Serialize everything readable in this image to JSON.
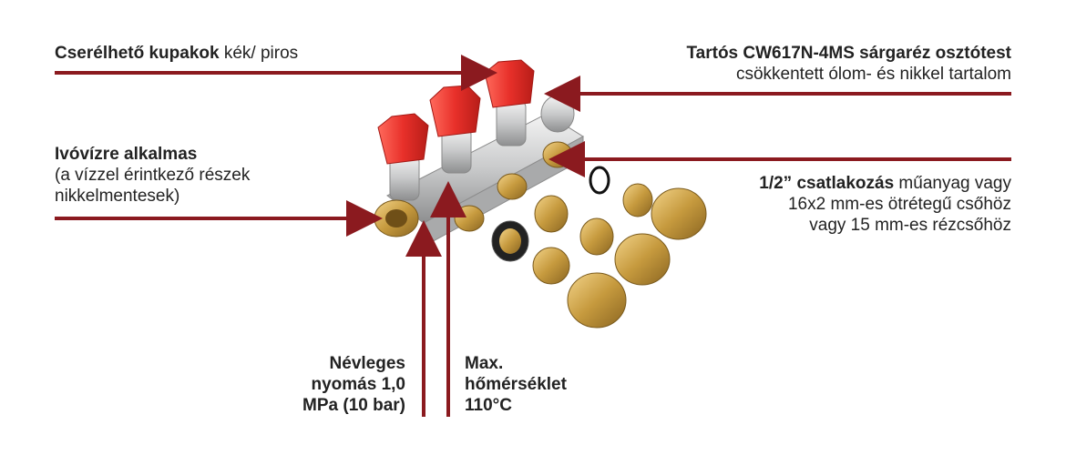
{
  "colors": {
    "arrow": "#8b1a1f",
    "cap_red": "#e8302a",
    "brass": "#c9a045",
    "nickel": "#d7d8d9",
    "text": "#222222"
  },
  "callouts": {
    "caps": {
      "bold": "Cserélhető kupakok",
      "normal": " kék/ piros"
    },
    "brass_body": {
      "bold": "Tartós CW617N-4MS sárgaréz osztótest",
      "line2": "csökkentett ólom- és nikkel tartalom"
    },
    "drinking_water": {
      "bold": "Ivóvízre alkalmas",
      "line2": "(a vízzel érintkező részek",
      "line3": "nikkelmentesek)"
    },
    "connection": {
      "bold": "1/2” csatlakozás",
      "normal": " műanyag vagy",
      "line2": "16x2 mm-es ötrétegű csőhöz",
      "line3": "vagy 15 mm-es rézcsőhöz"
    },
    "pressure": {
      "line1": "Névleges",
      "line2": "nyomás 1,0",
      "line3": "MPa (10 bar)"
    },
    "temperature": {
      "line1": "Max.",
      "line2": "hőmérséklet",
      "line3": "110°C"
    }
  }
}
